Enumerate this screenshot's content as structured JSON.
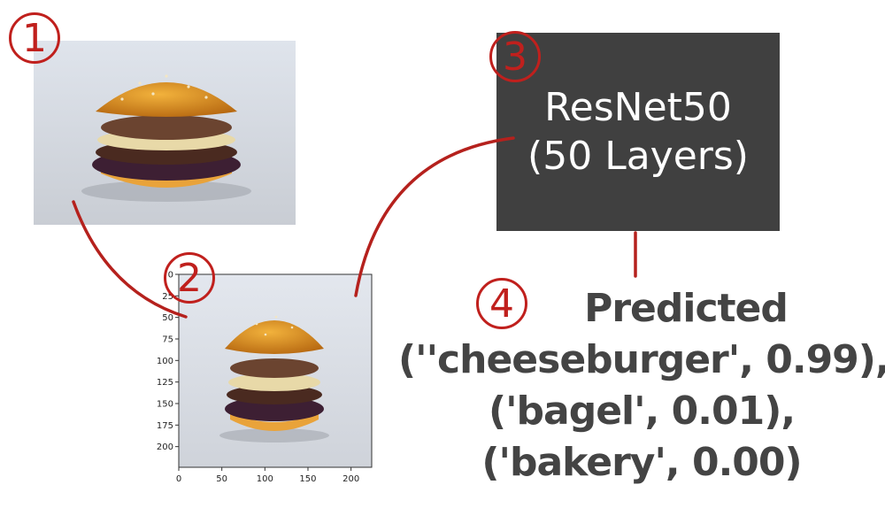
{
  "colors": {
    "accent": "#c0201d",
    "box_bg": "#404040",
    "prediction_text": "#444444",
    "box_text": "#ffffff"
  },
  "steps": [
    "1",
    "2",
    "3",
    "4"
  ],
  "model_box": {
    "line1": "ResNet50",
    "line2": "(50 Layers)"
  },
  "prediction": {
    "title": "Predicted",
    "lines": [
      "(''cheeseburger', 0.99),",
      "('bagel', 0.01),",
      "('bakery', 0.00)"
    ]
  },
  "plot": {
    "x_ticks": [
      "0",
      "50",
      "100",
      "150",
      "200"
    ],
    "y_ticks": [
      "0",
      "25",
      "50",
      "75",
      "100",
      "125",
      "150",
      "175",
      "200"
    ]
  }
}
